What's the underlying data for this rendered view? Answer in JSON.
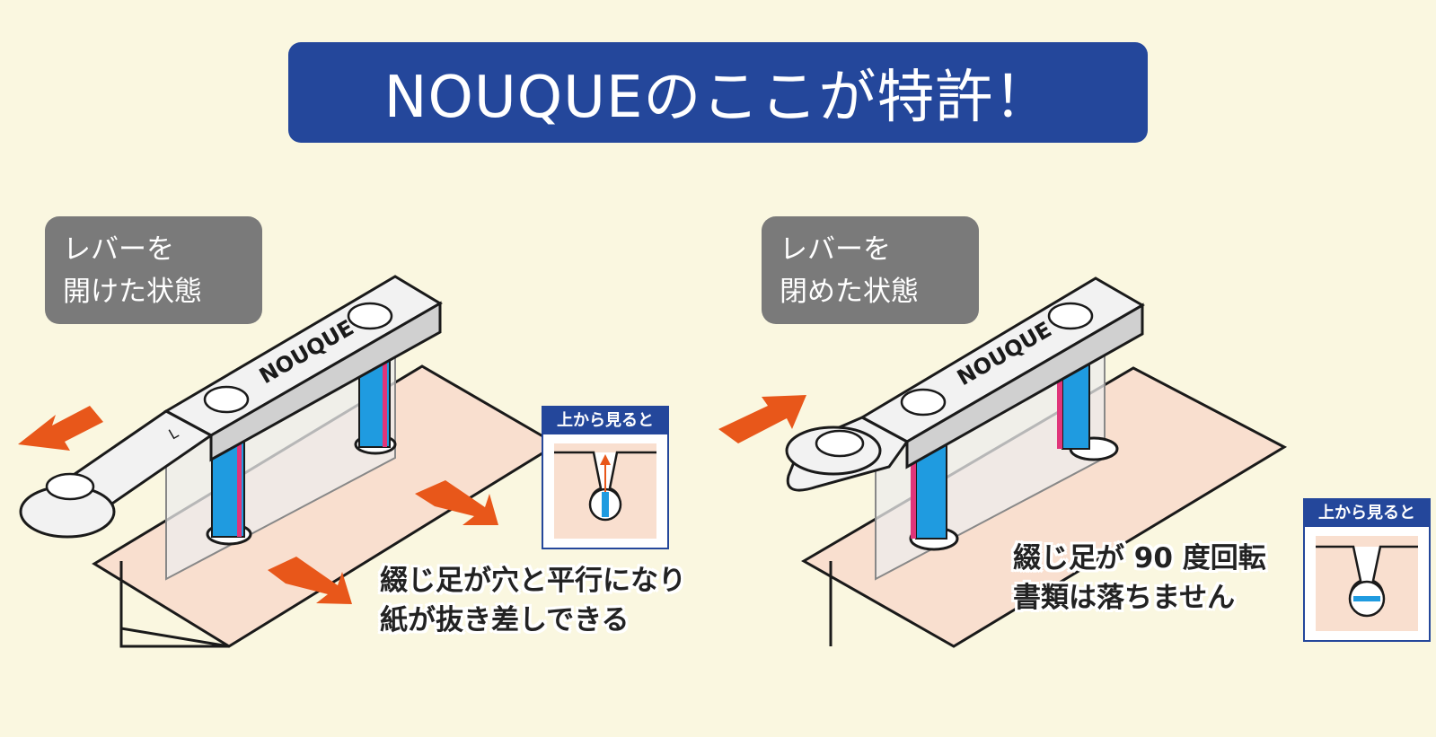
{
  "title": "NOUQUEのここが特許！",
  "colors": {
    "background": "#faf7e0",
    "banner": "#24479b",
    "label_bg": "#7a7a7a",
    "arrow": "#e8571a",
    "paper": "#f9dfcf",
    "leg_blue": "#1f9be0",
    "leg_pink": "#e0357a"
  },
  "left_panel": {
    "state_label": [
      "レバーを",
      "開けた状態"
    ],
    "brand_text": "NOUQUE",
    "lever_mark": "L",
    "topview_title": "上から見ると",
    "caption": [
      "綴じ足が穴と平行になり",
      "紙が抜き差しできる"
    ]
  },
  "right_panel": {
    "state_label": [
      "レバーを",
      "閉めた状態"
    ],
    "brand_text": "NOUQUE",
    "topview_title": "上から見ると",
    "caption": [
      "綴じ足が 90 度回転",
      "書類は落ちません"
    ]
  }
}
